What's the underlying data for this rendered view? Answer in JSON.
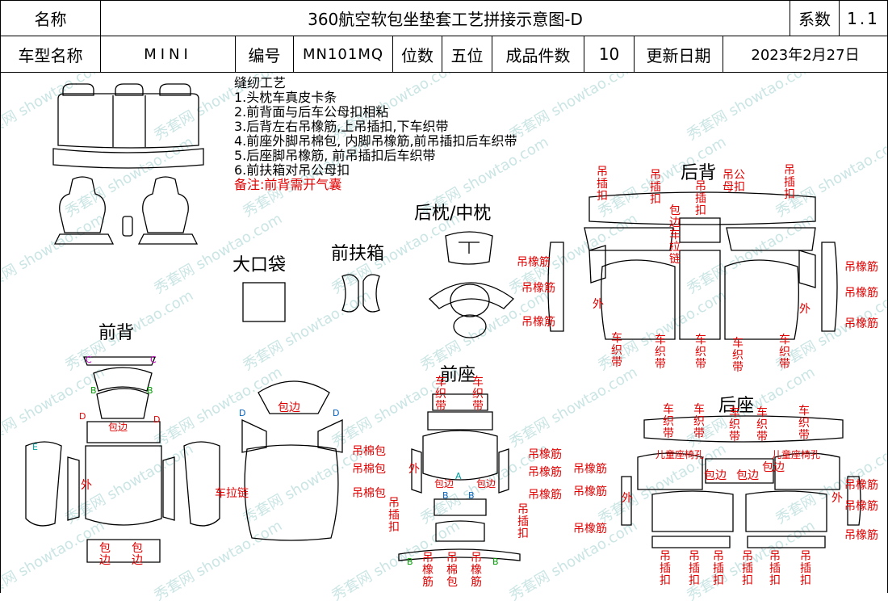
{
  "header": {
    "row1": {
      "name_label": "名称",
      "title": "360航空软包坐垫套工艺拼接示意图-D",
      "series_label": "系数",
      "series_value": "1.1"
    },
    "row2": {
      "model_label": "车型名称",
      "model_value": "MINI",
      "code_label": "编号",
      "code_value": "MN101MQ",
      "seats_label": "位数",
      "seats_value": "五位",
      "pieces_label": "成品件数",
      "pieces_value": "10",
      "date_label": "更新日期",
      "date_value": "2023年2月27日"
    }
  },
  "notes": {
    "title": "缝纫工艺",
    "items": [
      "1.头枕车真皮卡条",
      "2.前背面与后车公母扣相粘",
      "3.后背左右吊橡筋,上吊插扣,下车织带",
      "4.前座外脚吊棉包, 内脚吊橡筋,前吊插扣后车织带",
      "5.后座脚吊橡筋, 前吊插扣后车织带",
      "6.前扶箱对吊公母扣"
    ],
    "remark": "备注:前背需开气囊"
  },
  "sections": {
    "big_pocket": "大口袋",
    "front_armrest": "前扶箱",
    "headrest": "后枕/中枕",
    "rear_back": "后背",
    "front_back": "前背",
    "front_seat": "前座",
    "rear_seat": "后座"
  },
  "annotations": {
    "hang_buckle": "吊插扣",
    "hang_rubber": "吊橡筋",
    "car_webbing": "车织带",
    "outer": "外",
    "hem": "包边",
    "zipper": "车拉链",
    "hem_zipper": "包边车拉链",
    "hang_cotton": "吊棉包",
    "hang_male_female": "吊公母扣",
    "child_seat_hole": "儿童座椅孔",
    "wm": "秀套网 showtao.com",
    "letters": [
      "A",
      "B",
      "C",
      "D",
      "E"
    ]
  },
  "colors": {
    "annotation": "#e00000",
    "watermark": "#9fd0cf",
    "line": "#000000"
  }
}
